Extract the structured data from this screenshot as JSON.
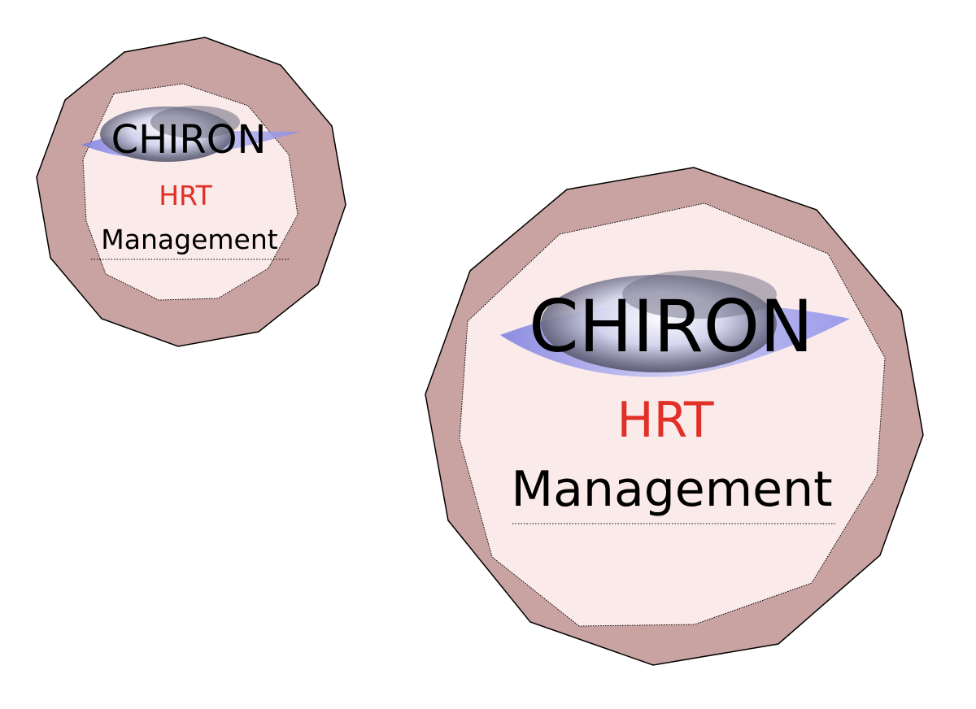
{
  "colors": {
    "outer_ring": "#c9a3a1",
    "inner_fill": "#fbeaea",
    "stroke": "#000000",
    "subtitle": "#e03027",
    "text": "#000000",
    "cloud_blue": "#8c8ee8",
    "cloud_dark": "#5e5e72"
  },
  "badges": [
    {
      "title": "CHIRON",
      "subtitle": "HRT",
      "caption": "Management"
    },
    {
      "title": "CHIRON",
      "subtitle": "HRT",
      "caption": "Management"
    }
  ]
}
